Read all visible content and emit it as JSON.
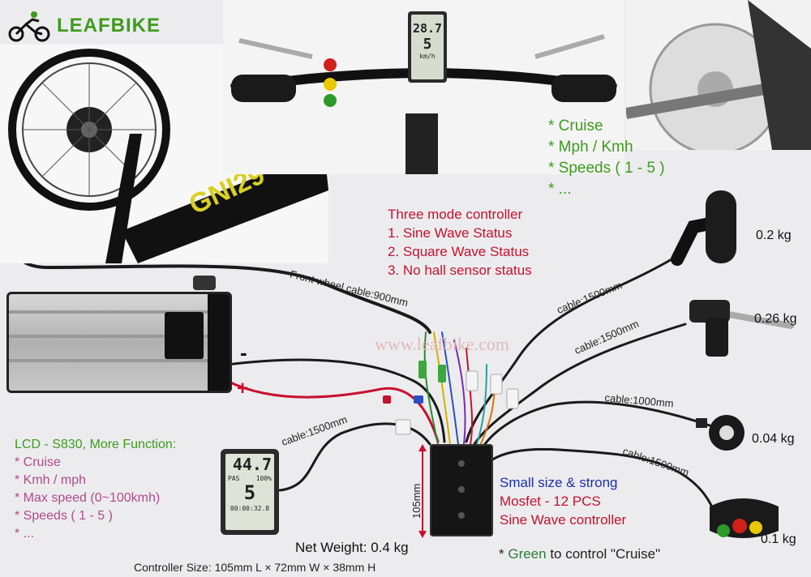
{
  "brand": {
    "name": "LEAFBIKE",
    "logo_icon": "cyclist-icon",
    "color": "#3d9b1d"
  },
  "watermark": "www.leafbike.com",
  "display_small": {
    "top": "28.7",
    "bottom": "5",
    "unit": "km/h"
  },
  "cruise_features": [
    "* Cruise",
    "* Mph / Kmh",
    "* Speeds ( 1 - 5 )",
    "* ..."
  ],
  "controller_modes": {
    "title": "Three mode controller",
    "items": [
      "1. Sine Wave Status",
      "2. Square Wave Status",
      "3. No hall sensor status"
    ]
  },
  "lcd": {
    "title": "LCD - S830, More Function:",
    "items": [
      "* Cruise",
      "* Kmh / mph",
      "* Max speed (0~100kmh)",
      "* Speeds ( 1 - 5 )",
      "* ..."
    ],
    "screen": {
      "speed": "44.7",
      "pas": "PAS",
      "level": "5",
      "battery": "100%",
      "odo": "00:00:32.8"
    }
  },
  "controller_features": [
    "Small size & strong",
    "Mosfet - 12 PCS",
    "Sine Wave controller"
  ],
  "cruise_note": {
    "prefix": "* ",
    "green_word": "Green",
    "rest": " to control \"Cruise\""
  },
  "dimension_label": "105mm",
  "net_weight": "Net Weight: 0.4 kg",
  "controller_size": "Controller Size: 105mm L × 72mm W × 38mm H",
  "battery_terminals": {
    "minus": "-",
    "plus": "+"
  },
  "cables": {
    "front_wheel": "Front wheel cable:900mm",
    "throttle": "cable:1500mm",
    "brake": "cable:1500mm",
    "pas": "cable:1000mm",
    "switch": "cable:1500mm",
    "lcd": "cable:1500mm"
  },
  "weights": {
    "throttle": "0.2 kg",
    "brake": "0.26 kg",
    "pas": "0.04 kg",
    "switch": "0.1 kg"
  },
  "colors": {
    "text_green": "#3d9b1d",
    "text_red": "#c8102e",
    "text_pink": "#b04a8a",
    "text_blue": "#1a2fb0"
  }
}
